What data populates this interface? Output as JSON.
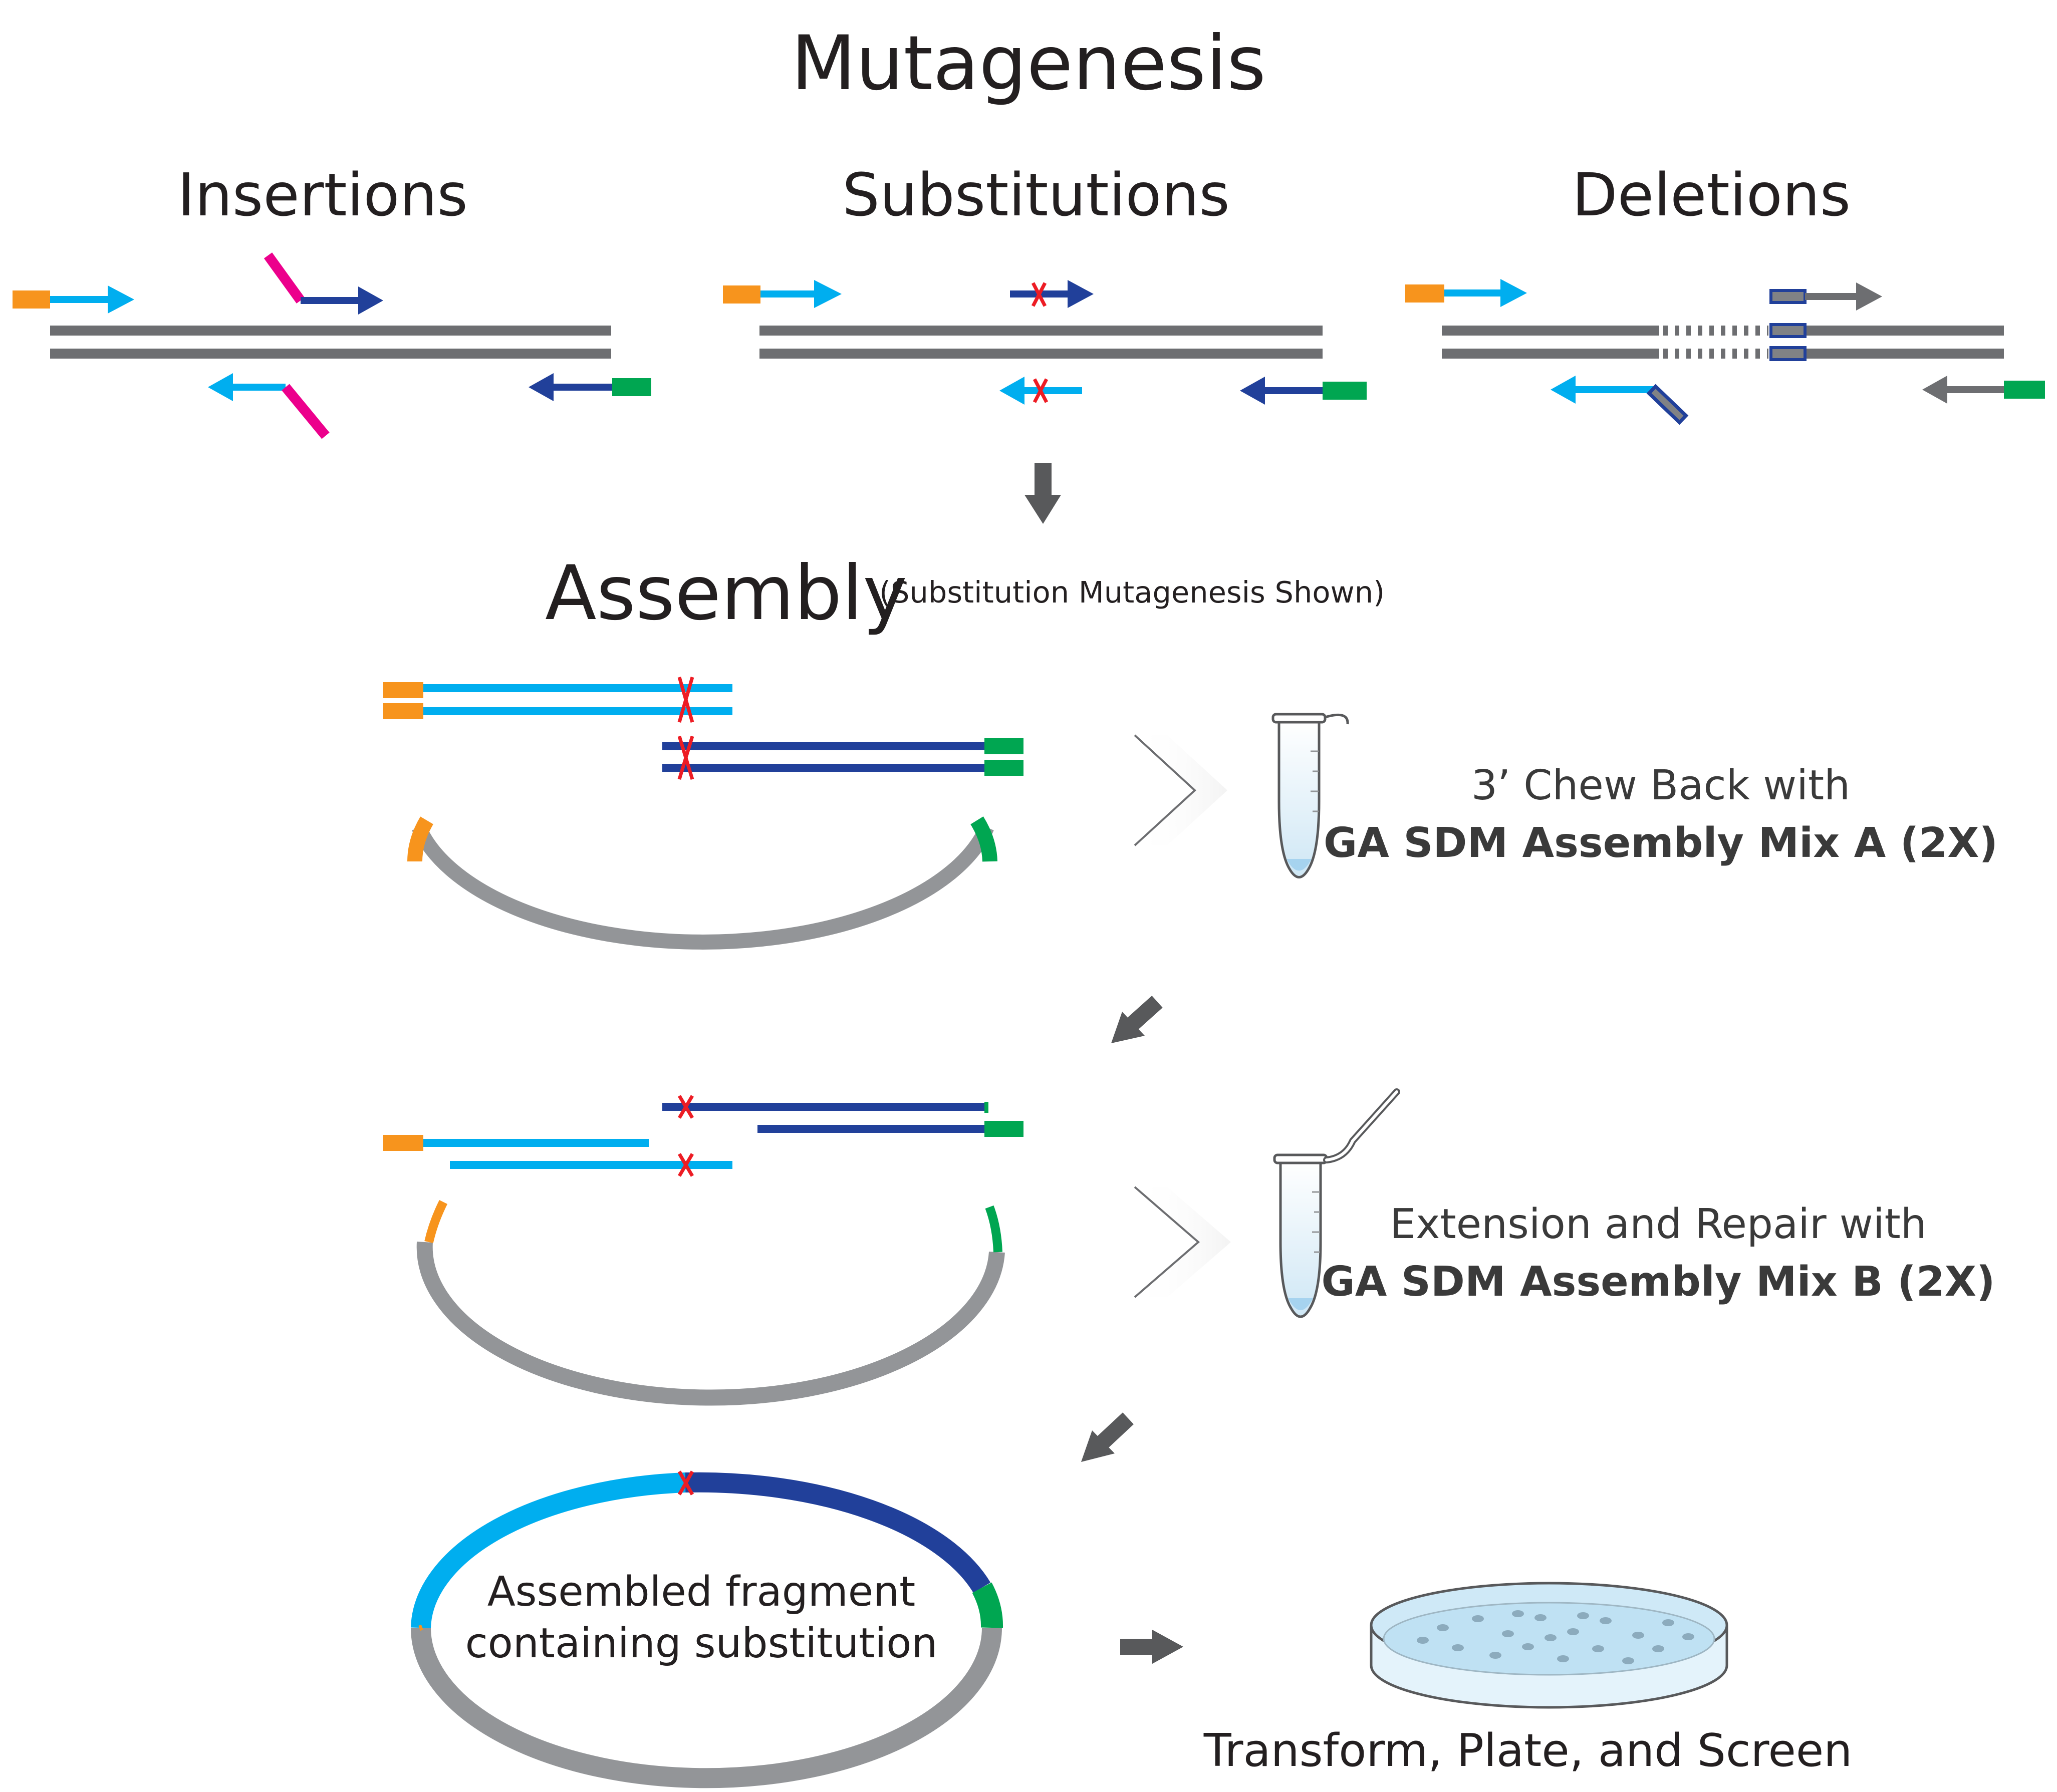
{
  "title": "Mutagenesis",
  "sections": {
    "insertions": "Insertions",
    "substitutions": "Substitutions",
    "deletions": "Deletions"
  },
  "assembly": {
    "title": "Assembly",
    "subtitle": "(Substitution Mutagenesis Shown)"
  },
  "steps": {
    "chew_back_line1": "3’ Chew Back with",
    "chew_back_line2": "GA SDM Assembly Mix A (2X)",
    "extension_line1": "Extension and Repair with",
    "extension_line2": "GA SDM Assembly Mix B (2X)",
    "assembled_line1": "Assembled fragment",
    "assembled_line2": "containing substitution",
    "final": "Transform, Plate, and Screen"
  },
  "colors": {
    "light_blue": "#00aeef",
    "dark_blue": "#21409a",
    "orange": "#f7941d",
    "green": "#00a651",
    "magenta": "#ec008c",
    "gray": "#6d6e71",
    "light_gray": "#939598",
    "mutation_red": "#ed1c24"
  }
}
